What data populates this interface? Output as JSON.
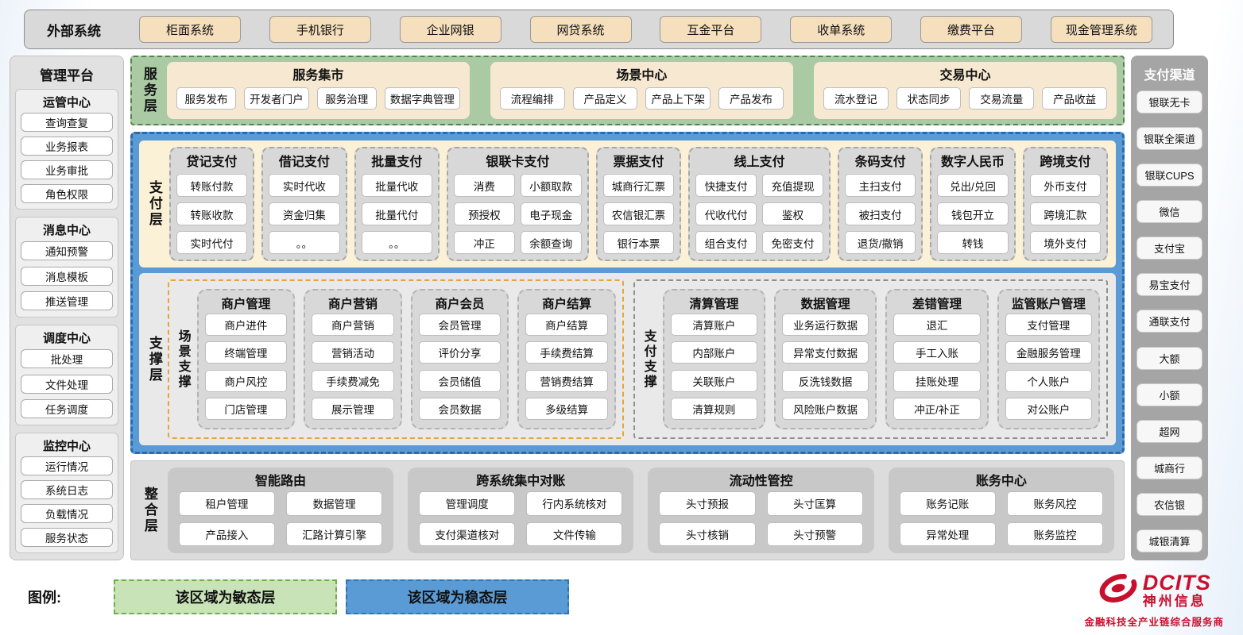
{
  "colors": {
    "stable_blue": "#5B9BD5",
    "agile_green": "#A9CAA2",
    "legend_green": "#C9E3B8",
    "cream": "#F5DFBD",
    "payment_cream": "#FBF1D6",
    "accent_orange": "#E8A33D",
    "brand_red": "#C8102E"
  },
  "external_systems": {
    "label": "外部系统",
    "items": [
      "柜面系统",
      "手机银行",
      "企业网银",
      "网贷系统",
      "互金平台",
      "收单系统",
      "缴费平台",
      "现金管理系统"
    ]
  },
  "management_platform": {
    "title": "管理平台",
    "sections": [
      {
        "title": "运管中心",
        "items": [
          "查询查复",
          "业务报表",
          "业务审批",
          "角色权限"
        ]
      },
      {
        "title": "消息中心",
        "items": [
          "通知预警",
          "消息模板",
          "推送管理"
        ]
      },
      {
        "title": "调度中心",
        "items": [
          "批处理",
          "文件处理",
          "任务调度"
        ]
      },
      {
        "title": "监控中心",
        "items": [
          "运行情况",
          "系统日志",
          "负载情况",
          "服务状态"
        ]
      }
    ]
  },
  "service_layer": {
    "label": "服务层",
    "groups": [
      {
        "title": "服务集市",
        "items": [
          "服务发布",
          "开发者门户",
          "服务治理",
          "数据字典管理"
        ]
      },
      {
        "title": "场景中心",
        "items": [
          "流程编排",
          "产品定义",
          "产品上下架",
          "产品发布"
        ]
      },
      {
        "title": "交易中心",
        "items": [
          "流水登记",
          "状态同步",
          "交易流量",
          "产品收益"
        ]
      }
    ]
  },
  "stable_area": {
    "payment_layer": {
      "label": "支付层",
      "groups": [
        {
          "title": "贷记支付",
          "cols": "1",
          "items": [
            "转账付款",
            "转账收款",
            "实时代付"
          ]
        },
        {
          "title": "借记支付",
          "cols": "1",
          "items": [
            "实时代收",
            "资金归集",
            "。。"
          ]
        },
        {
          "title": "批量支付",
          "cols": "1",
          "items": [
            "批量代收",
            "批量代付",
            "。。"
          ]
        },
        {
          "title": "银联卡支付",
          "cols": "2",
          "items": [
            "消费",
            "小额取款",
            "预授权",
            "电子现金",
            "冲正",
            "余额查询"
          ]
        },
        {
          "title": "票据支付",
          "cols": "1",
          "items": [
            "城商行汇票",
            "农信银汇票",
            "银行本票"
          ]
        },
        {
          "title": "线上支付",
          "cols": "2",
          "items": [
            "快捷支付",
            "充值提现",
            "代收代付",
            "鉴权",
            "组合支付",
            "免密支付"
          ]
        },
        {
          "title": "条码支付",
          "cols": "1",
          "items": [
            "主扫支付",
            "被扫支付",
            "退货/撤销"
          ]
        },
        {
          "title": "数字人民币",
          "cols": "1",
          "items": [
            "兑出/兑回",
            "钱包开立",
            "转钱"
          ]
        },
        {
          "title": "跨境支付",
          "cols": "1",
          "items": [
            "外币支付",
            "跨境汇款",
            "境外支付"
          ]
        }
      ]
    },
    "support_layer": {
      "label": "支撑层",
      "sections": [
        {
          "name": "scenario-support-section",
          "label": "场景支撑",
          "accent": "orange",
          "groups": [
            {
              "title": "商户管理",
              "items": [
                "商户进件",
                "终端管理",
                "商户风控",
                "门店管理"
              ]
            },
            {
              "title": "商户营销",
              "items": [
                "商户营销",
                "营销活动",
                "手续费减免",
                "展示管理"
              ]
            },
            {
              "title": "商户会员",
              "items": [
                "会员管理",
                "评价分享",
                "会员储值",
                "会员数据"
              ]
            },
            {
              "title": "商户结算",
              "items": [
                "商户结算",
                "手续费结算",
                "营销费结算",
                "多级结算"
              ]
            }
          ]
        },
        {
          "name": "payment-support-section",
          "label": "支付支撑",
          "accent": "gray",
          "groups": [
            {
              "title": "清算管理",
              "items": [
                "清算账户",
                "内部账户",
                "关联账户",
                "清算规则"
              ]
            },
            {
              "title": "数据管理",
              "items": [
                "业务运行数据",
                "异常支付数据",
                "反洗钱数据",
                "风险账户数据"
              ]
            },
            {
              "title": "差错管理",
              "items": [
                "退汇",
                "手工入账",
                "挂账处理",
                "冲正/补正"
              ]
            },
            {
              "title": "监管账户管理",
              "items": [
                "支付管理",
                "金融服务管理",
                "个人账户",
                "对公账户"
              ]
            }
          ]
        }
      ]
    }
  },
  "integration_layer": {
    "label": "整合层",
    "groups": [
      {
        "title": "智能路由",
        "items": [
          "租户管理",
          "数据管理",
          "产品接入",
          "汇路计算引擎"
        ]
      },
      {
        "title": "跨系统集中对账",
        "items": [
          "管理调度",
          "行内系统核对",
          "支付渠道核对",
          "文件传输"
        ]
      },
      {
        "title": "流动性管控",
        "items": [
          "头寸预报",
          "头寸匡算",
          "头寸核销",
          "头寸预警"
        ]
      },
      {
        "title": "账务中心",
        "items": [
          "账务记账",
          "账务风控",
          "异常处理",
          "账务监控"
        ]
      }
    ]
  },
  "payment_channels": {
    "title": "支付渠道",
    "items": [
      "银联无卡",
      "银联全渠道",
      "银联CUPS",
      "微信",
      "支付宝",
      "易宝支付",
      "通联支付",
      "大额",
      "小额",
      "超网",
      "城商行",
      "农信银",
      "城银清算"
    ]
  },
  "legend": {
    "label": "图例:",
    "agile": "该区域为敏态层",
    "stable": "该区域为稳态层"
  },
  "logo": {
    "brand": "DCITS",
    "company": "神州信息",
    "tagline": "金融科技全产业链综合服务商"
  }
}
